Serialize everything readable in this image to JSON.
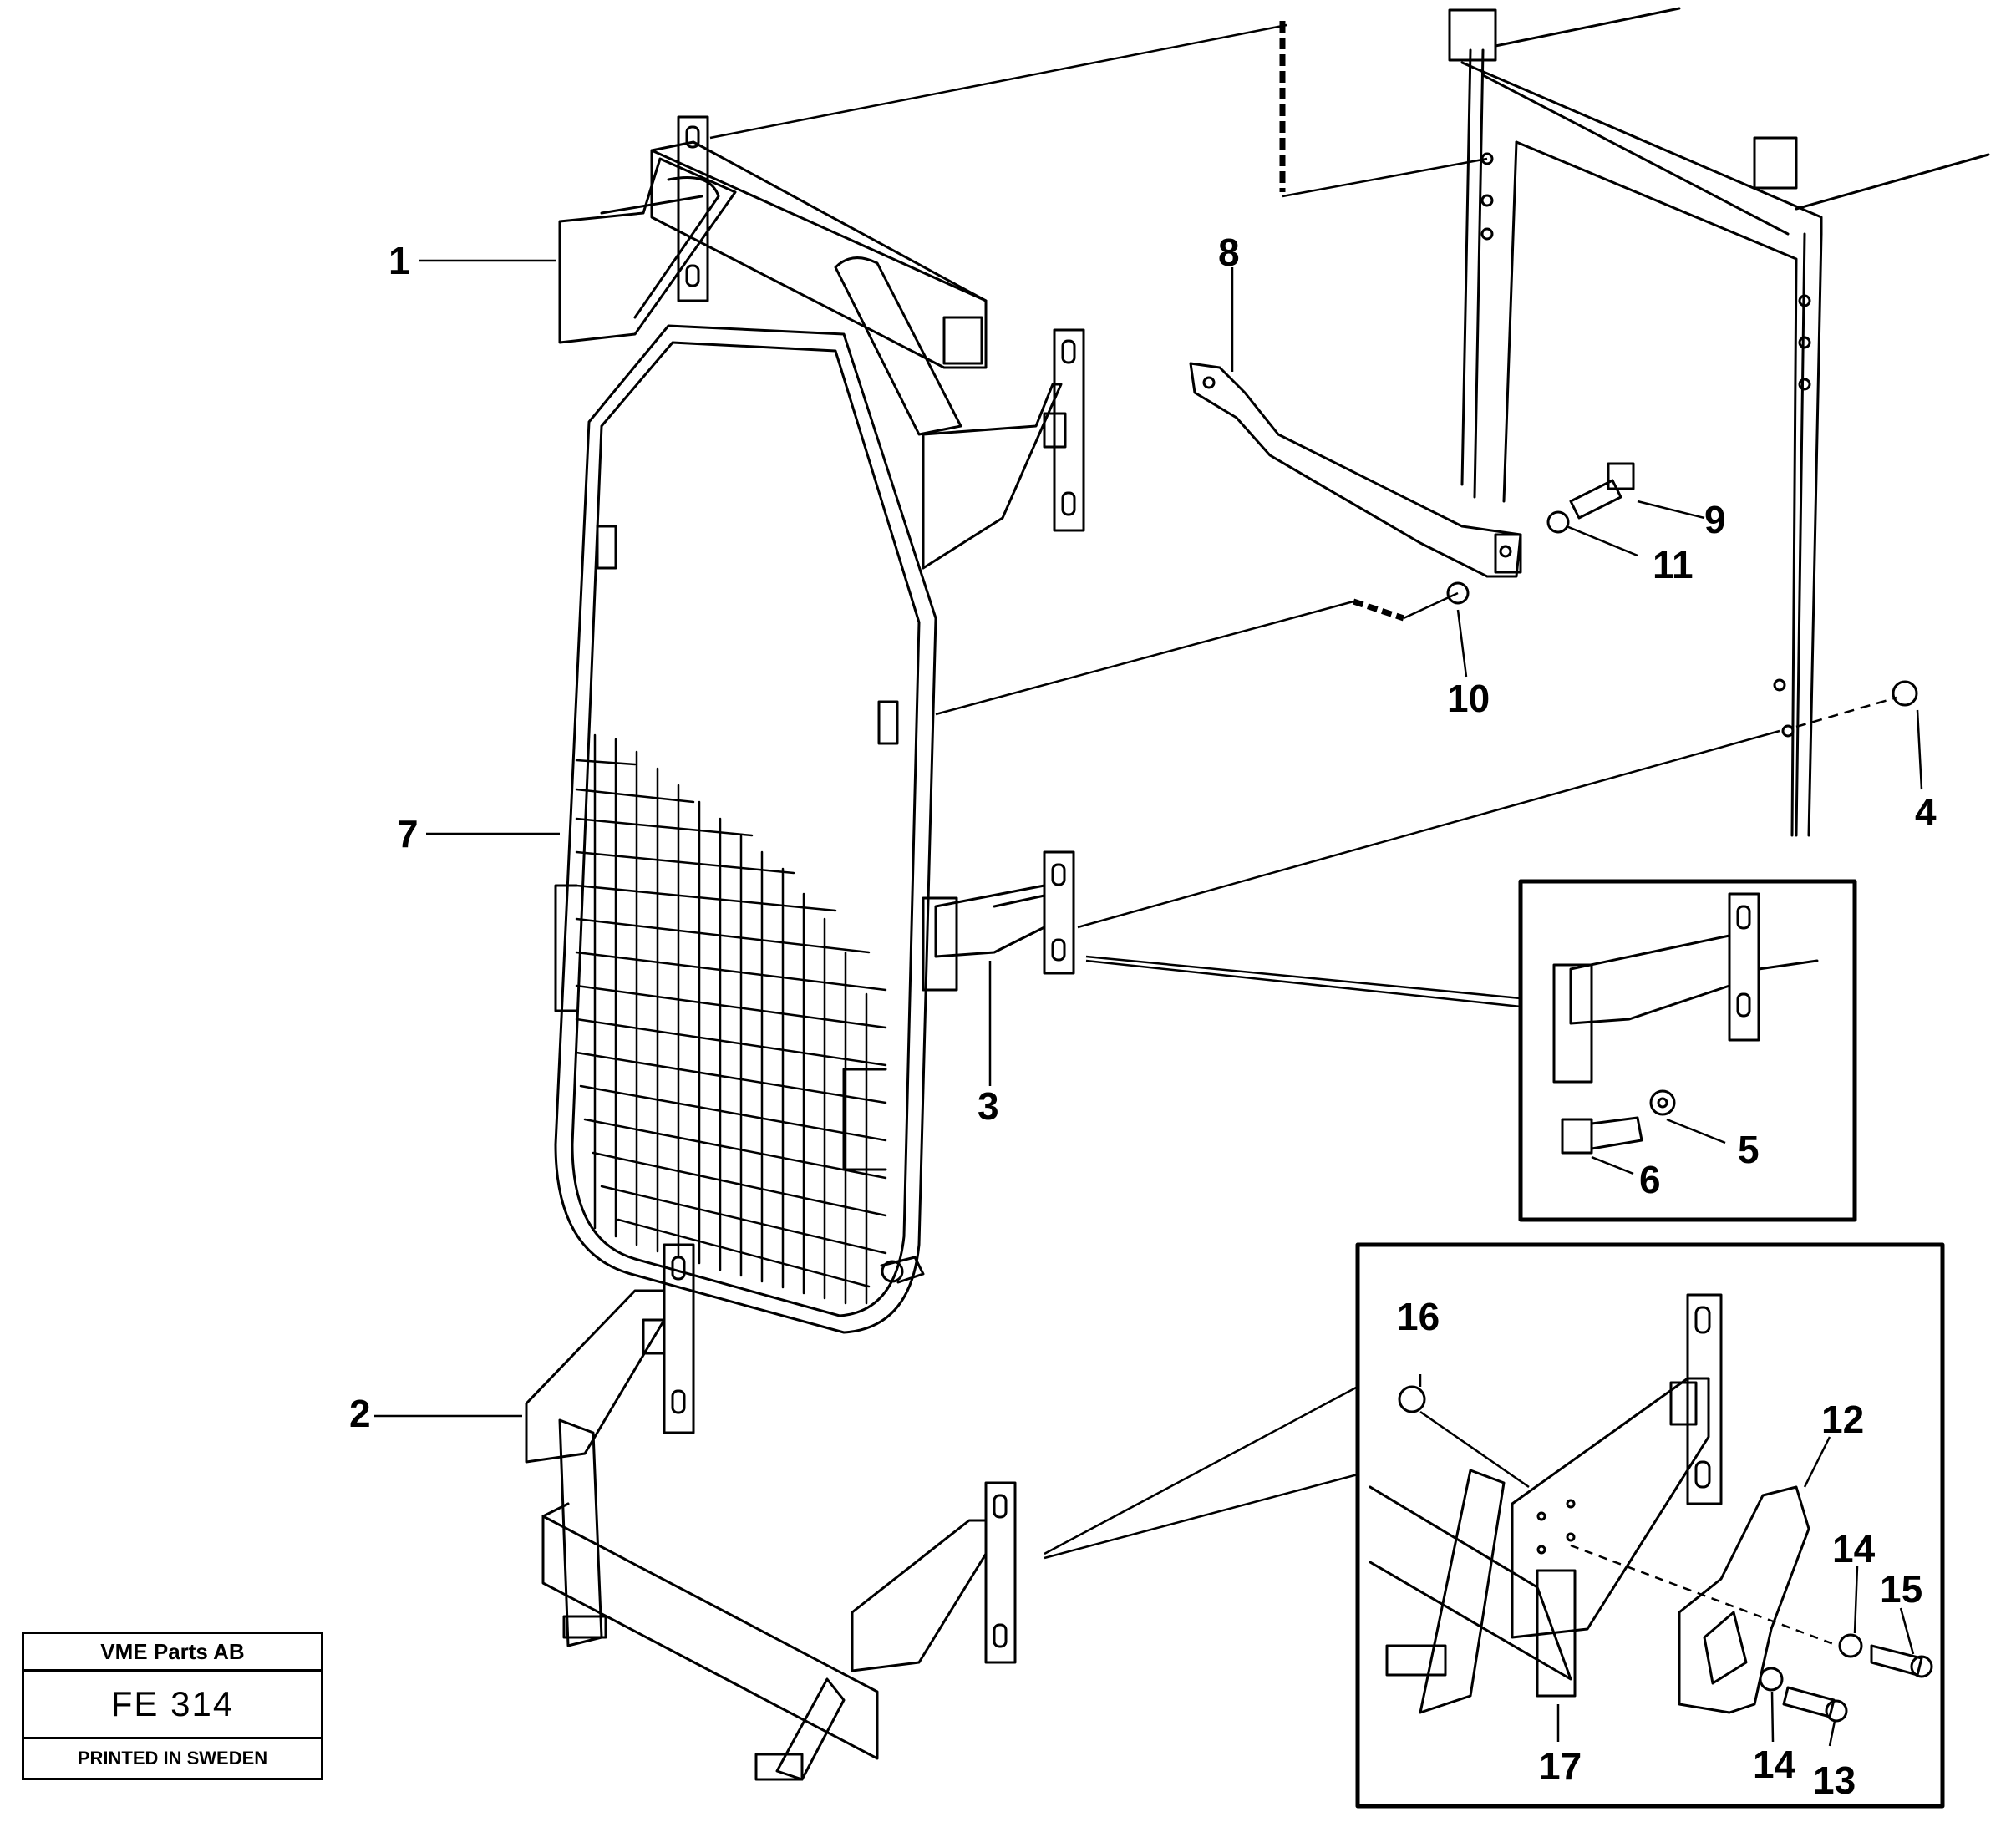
{
  "callouts": [
    "1",
    "2",
    "3",
    "4",
    "5",
    "6",
    "7",
    "8",
    "9",
    "10",
    "11",
    "12",
    "13",
    "14",
    "14",
    "15",
    "16",
    "17"
  ],
  "stamp": {
    "company": "VME Parts AB",
    "code": "FE 314",
    "footer": "PRINTED IN SWEDEN"
  },
  "colors": {
    "ink": "#000000",
    "paper": "#ffffff"
  }
}
